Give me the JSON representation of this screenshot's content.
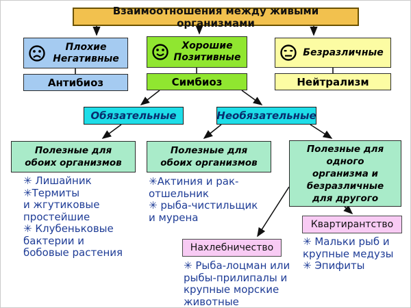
{
  "title": "Взаимоотношения между живыми организмами",
  "branches": {
    "negative": {
      "label_lines": [
        "Плохие",
        "Негативные"
      ],
      "face": "sad-face",
      "term": "Антибиоз"
    },
    "positive": {
      "label_lines": [
        "Хорошие",
        "Позитивные"
      ],
      "face": "happy-face",
      "term": "Симбиоз"
    },
    "neutral": {
      "label_lines": [
        "Безразличные"
      ],
      "face": "neutral-face",
      "term": "Нейтрализм"
    }
  },
  "symbiosis_types": {
    "obligate": "Обязательные",
    "facultative": "Необязательные"
  },
  "outcomes": {
    "obligate_mutual": [
      "Полезные для",
      "обоих организмов"
    ],
    "facultative_mutual": [
      "Полезные для",
      "обоих организмов"
    ],
    "one_sided": [
      "Полезные для",
      "одного",
      "организма и",
      "безразличные",
      "для другого"
    ]
  },
  "sub_terms": {
    "commensalism": "Нахлебничество",
    "tenancy": "Квартирантство"
  },
  "examples": {
    "obligate": [
      "✳ Лишайник",
      "✳Термиты",
      "и жгутиковые",
      "простейшие",
      "✳ Клубеньковые",
      "бактерии и",
      "бобовые растения"
    ],
    "facultative": [
      "✳Актиния и рак-",
      "отшельник",
      "✳ рыба-чистильщик",
      "и мурена"
    ],
    "commensalism": [
      "✳ Рыба-лоцман или",
      "рыбы-прилипалы и",
      "крупные морские",
      "животные"
    ],
    "tenancy": [
      "✳ Мальки рыб и",
      "крупные медузы",
      "✳ Эпифиты"
    ]
  },
  "colors": {
    "title_bg": "#f2c14e",
    "title_border": "#6b5200",
    "negative_bg": "#a5cbf1",
    "positive_bg": "#90e630",
    "neutral_bg": "#fcfca3",
    "type_bg": "#1edde8",
    "outcome_bg": "#a9ebc9",
    "subterm_bg": "#f8cbf4",
    "list_text": "#1e3c96",
    "type_text": "#082d6e"
  }
}
